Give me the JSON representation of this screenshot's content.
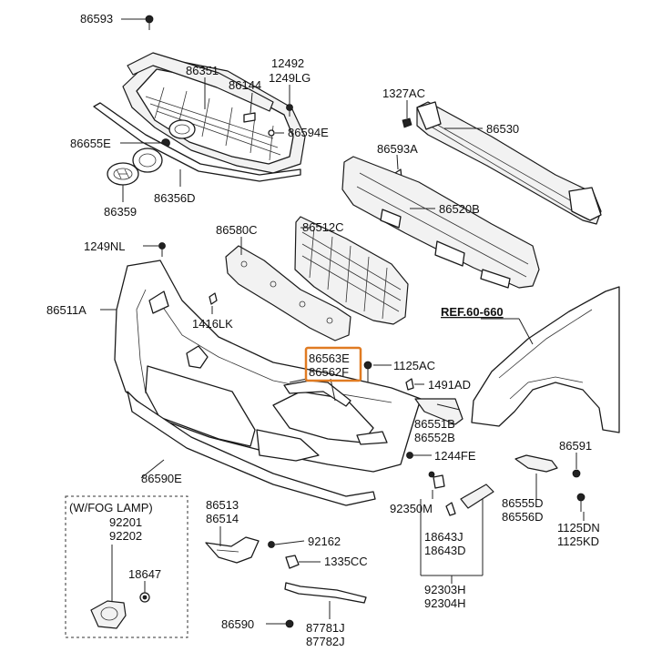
{
  "diagram": {
    "labels": {
      "l86593": "86593",
      "l86351": "86351",
      "l12492": "12492",
      "l1249LG": "1249LG",
      "l86144": "86144",
      "l86594E": "86594E",
      "l86655E": "86655E",
      "l86359": "86359",
      "l86356D": "86356D",
      "l1327AC": "1327AC",
      "l86530": "86530",
      "l86593A": "86593A",
      "l86520B": "86520B",
      "l86580C": "86580C",
      "l86512C": "86512C",
      "l1249NL": "1249NL",
      "l86511A": "86511A",
      "l1416LK": "1416LK",
      "ref": "REF.60-660",
      "l86563E": "86563E",
      "l86562F": "86562F",
      "l1125AC": "1125AC",
      "l1491AD": "1491AD",
      "l86551B": "86551B",
      "l86552B": "86552B",
      "l1244FE": "1244FE",
      "l86591": "86591",
      "l86590E": "86590E",
      "fog_title": "(W/FOG LAMP)",
      "l92201": "92201",
      "l92202": "92202",
      "l18647": "18647",
      "l86513": "86513",
      "l86514": "86514",
      "l92162": "92162",
      "l1335CC": "1335CC",
      "l92350M": "92350M",
      "l18643J": "18643J",
      "l18643D": "18643D",
      "l92303H": "92303H",
      "l92304H": "92304H",
      "l86555D": "86555D",
      "l86556D": "86556D",
      "l1125DN": "1125DN",
      "l1125KD": "1125KD",
      "l86590": "86590",
      "l87781J": "87781J",
      "l87782J": "87782J"
    },
    "highlight_color": "#e07b22"
  }
}
